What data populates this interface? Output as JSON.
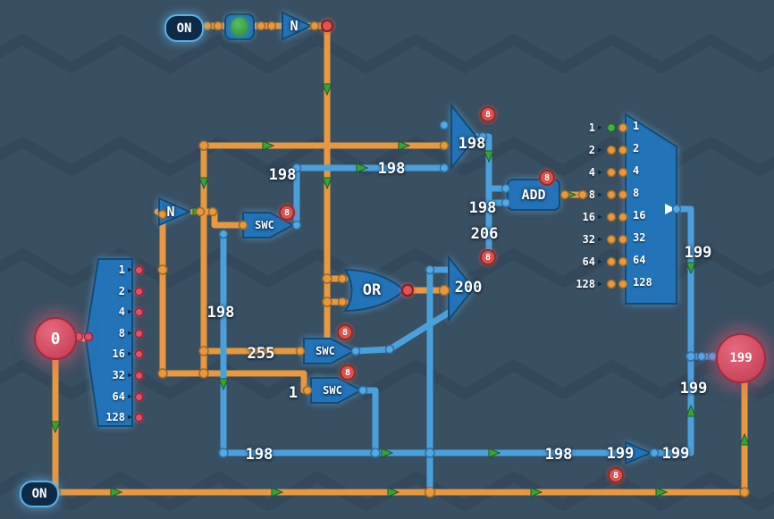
{
  "bits": [
    "1",
    "2",
    "4",
    "8",
    "16",
    "32",
    "64",
    "128"
  ],
  "gates": {
    "on_top": "ON",
    "on_bottom": "ON",
    "not_top": "N",
    "not_left": "N",
    "swc1": "SWC",
    "swc2": "SWC",
    "swc3": "SWC",
    "or_gate": "OR",
    "add_gate": "ADD"
  },
  "badge": "8",
  "blobs": {
    "zero": "0",
    "result": "199"
  },
  "wire_labels": {
    "top_left_198": "198",
    "top_mid_198": "198",
    "maker_out_198": "198",
    "add_in_198": "198",
    "add_out_206": "206",
    "or_out_200": "200",
    "left_vert_198": "198",
    "swc2_in_255": "255",
    "swc3_in_1": "1",
    "bottom_left_198": "198",
    "bottom_right_198": "198",
    "bottom_gate_in_199": "199",
    "bottom_gate_out_199": "199",
    "right_vert_top_199": "199",
    "right_vert_bottom_199": "199"
  }
}
